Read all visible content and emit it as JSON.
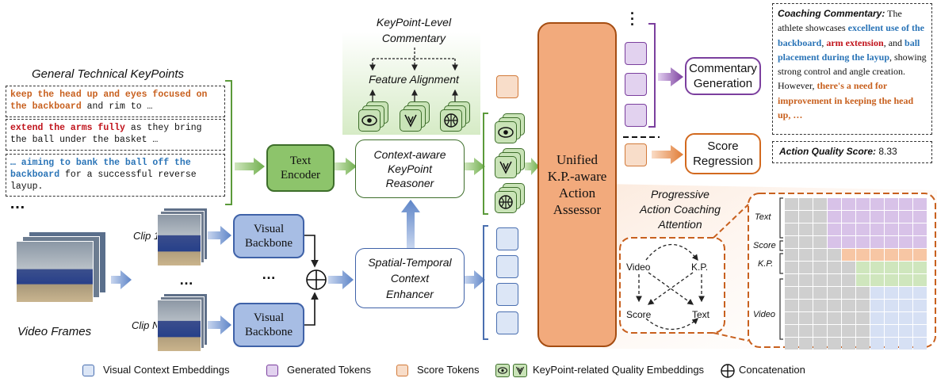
{
  "titles": {
    "general_keypoints": "General Technical KeyPoints",
    "keypoint_commentary": "KeyPoint-Level\nCommentary",
    "feature_alignment": "Feature Alignment",
    "video_frames": "Video Frames",
    "progressive_attention": "Progressive\nAction Coaching\nAttention"
  },
  "keypoint_texts": [
    {
      "highlight": "keep the head up and eyes focused on the backboard",
      "highlight_color": "#c8601e",
      "rest": " and rim to …"
    },
    {
      "highlight": "extend the arms fully",
      "highlight_color": "#c0121a",
      "rest": " as they bring the ball under the basket …"
    },
    {
      "highlight": "… aiming to bank the ball off the backboard",
      "highlight_color": "#2a74b7",
      "rest": " for a successful reverse layup."
    }
  ],
  "ellipsis": "…",
  "clips": {
    "clip1": "Clip 1",
    "clipN": "Clip N",
    "ellipsis": "…"
  },
  "modules": {
    "text_encoder": "Text\nEncoder",
    "visual_backbone_1": "Visual\nBackbone",
    "visual_backbone_2": "Visual\nBackbone",
    "context_reasoner": "Context-aware\nKeyPoint\nReasoner",
    "st_enhancer": "Spatial-Temporal\nContext\nEnhancer",
    "assessor": "Unified\nK.P.-aware\nAction\nAssessor",
    "commentary_generation": "Commentary\nGeneration",
    "score_regression": "Score\nRegression"
  },
  "coaching": {
    "label": "Coaching Commentary:",
    "segments": [
      {
        "text": " The athlete showcases ",
        "style": "plain"
      },
      {
        "text": "excellent use of the backboard",
        "style": "blue"
      },
      {
        "text": ", ",
        "style": "plain"
      },
      {
        "text": "arm extension",
        "style": "red"
      },
      {
        "text": ", and ",
        "style": "plain"
      },
      {
        "text": "ball placement during the layup",
        "style": "blue"
      },
      {
        "text": ", showing strong control and angle creation. However, ",
        "style": "plain"
      },
      {
        "text": "there's a need for improvement in keeping the head up, …",
        "style": "orange"
      }
    ]
  },
  "score": {
    "label": "Action Quality Score:",
    "value": "8.33"
  },
  "attention_graph": {
    "video": "Video",
    "kp": "K.P.",
    "score": "Score",
    "text": "Text"
  },
  "matrix": {
    "row_labels": [
      "Text",
      "Score",
      "K.P.",
      "Video"
    ],
    "rows": [
      [
        "g",
        "g",
        "g",
        "p",
        "p",
        "p",
        "p",
        "p",
        "p",
        "p"
      ],
      [
        "g",
        "g",
        "g",
        "p",
        "p",
        "p",
        "p",
        "p",
        "p",
        "p"
      ],
      [
        "g",
        "g",
        "g",
        "p",
        "p",
        "p",
        "p",
        "p",
        "p",
        "p"
      ],
      [
        "g",
        "g",
        "g",
        "p",
        "p",
        "p",
        "p",
        "p",
        "p",
        "p"
      ],
      [
        "g",
        "g",
        "g",
        "g",
        "o",
        "o",
        "o",
        "o",
        "o",
        "o"
      ],
      [
        "g",
        "g",
        "g",
        "g",
        "g",
        "n",
        "n",
        "n",
        "n",
        "n"
      ],
      [
        "g",
        "g",
        "g",
        "g",
        "g",
        "n",
        "n",
        "n",
        "n",
        "n"
      ],
      [
        "g",
        "g",
        "g",
        "g",
        "g",
        "g",
        "b",
        "b",
        "b",
        "b"
      ],
      [
        "g",
        "g",
        "g",
        "g",
        "g",
        "g",
        "b",
        "b",
        "b",
        "b"
      ],
      [
        "g",
        "g",
        "g",
        "g",
        "g",
        "g",
        "b",
        "b",
        "b",
        "b"
      ],
      [
        "g",
        "g",
        "g",
        "g",
        "g",
        "g",
        "b",
        "b",
        "b",
        "b"
      ],
      [
        "g",
        "g",
        "g",
        "g",
        "g",
        "g",
        "b",
        "b",
        "b",
        "b"
      ]
    ]
  },
  "colors": {
    "green_module": "#8dc46b",
    "blue_module": "#a7bde4",
    "assessor": "#f2aa7c",
    "purple": "#7b3f9e",
    "orange": "#d2691e",
    "cell_gray": "#cfcfcf",
    "cell_purple": "#d8c2e8",
    "cell_orange": "#f7c6a4",
    "cell_green": "#cfe6bd",
    "cell_blue": "#d6e0f4"
  },
  "legend": {
    "visual": "Visual Context Embeddings",
    "generated": "Generated Tokens",
    "score": "Score Tokens",
    "kp_quality": "KeyPoint-related Quality Embeddings",
    "concat": "Concatenation"
  }
}
